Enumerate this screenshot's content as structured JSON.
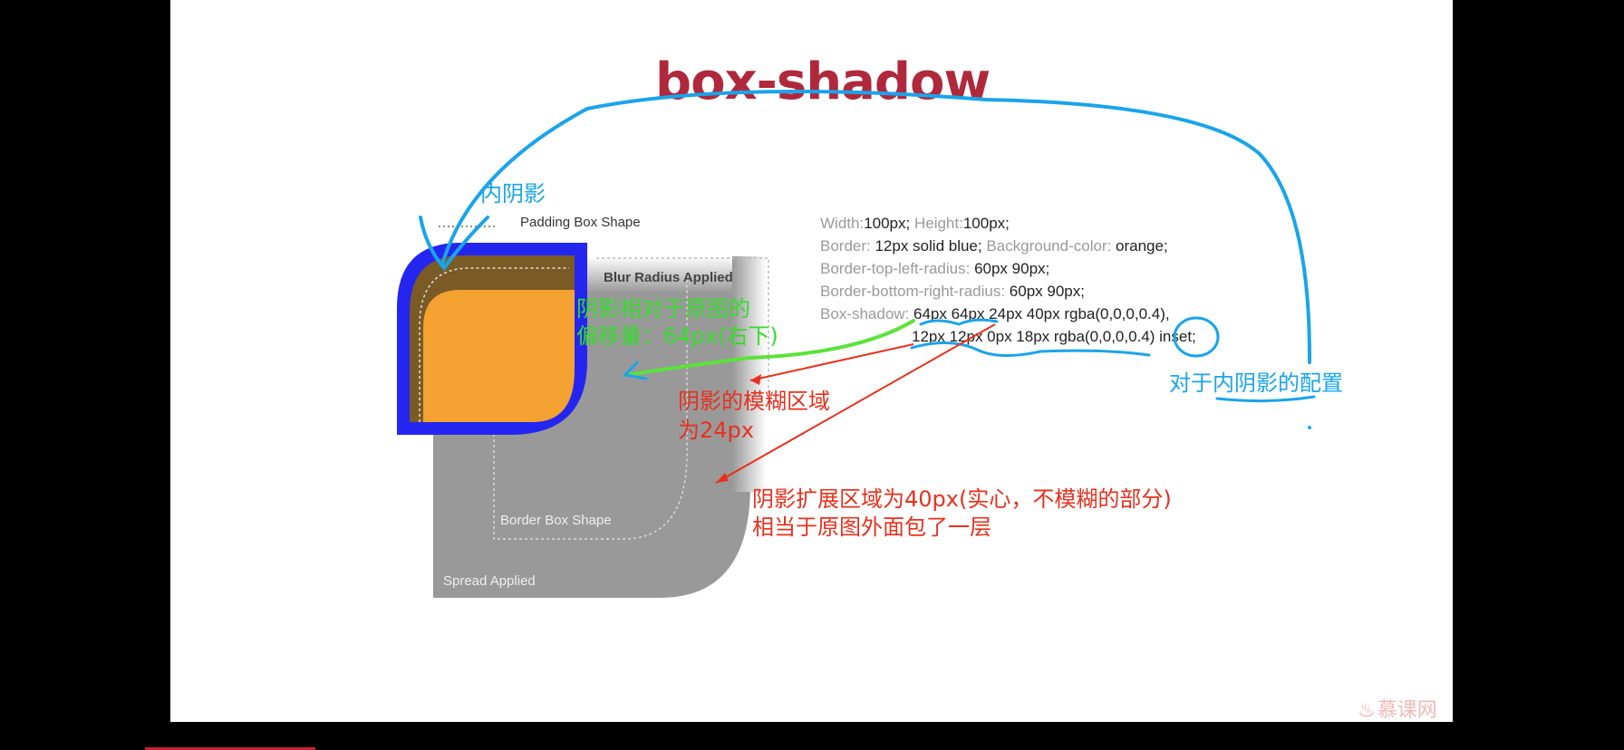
{
  "slide": {
    "title": "box-shadow",
    "spec_lines": [
      {
        "parts": [
          {
            "k": "Width:",
            "v": "100px;"
          },
          {
            "k": " Height:",
            "v": "100px;"
          }
        ]
      },
      {
        "parts": [
          {
            "k": "Border:",
            "v": " 12px solid blue;"
          },
          {
            "k": " Background-color:",
            "v": " orange;"
          }
        ]
      },
      {
        "parts": [
          {
            "k": "Border-top-left-radius:",
            "v": " 60px 90px;"
          }
        ]
      },
      {
        "parts": [
          {
            "k": "Border-bottom-right-radius:",
            "v": " 60px 90px;"
          }
        ]
      },
      {
        "parts": [
          {
            "k": "Box-shadow:",
            "v": " 64px 64px 24px 40px rgba(0,0,0,0.4),"
          }
        ]
      },
      {
        "parts": [
          {
            "k": "",
            "v": "12px 12px 0px 18px rgba(0,0,0,0.4) inset;"
          }
        ]
      }
    ],
    "diagram_labels": {
      "padding_box": "Padding Box Shape",
      "blur_radius": "Blur Radius Applied",
      "border_box": "Border Box Shape",
      "spread": "Spread Applied"
    },
    "colors": {
      "title": "#b0283c",
      "border_blue": "#2426f0",
      "background_orange": "#f4a232",
      "inset_shadow": "#7a5a25",
      "outer_shadow": "#999999"
    }
  },
  "annotations": {
    "inner_shadow": "内阴影",
    "offset_line1": "阴影相对于原图的",
    "offset_line2": "偏移量：64px(右下)",
    "blur_line1": "阴影的模糊区域",
    "blur_line2": "为24px",
    "spread_line1": "阴影扩展区域为40px(实心，不模糊的部分)",
    "spread_line2": "相当于原图外面包了一层",
    "inset_config": "对于内阴影的配置"
  },
  "logo": {
    "text": "慕课网",
    "icon": "flame-icon"
  },
  "player": {
    "progress_fraction": 0.105
  }
}
